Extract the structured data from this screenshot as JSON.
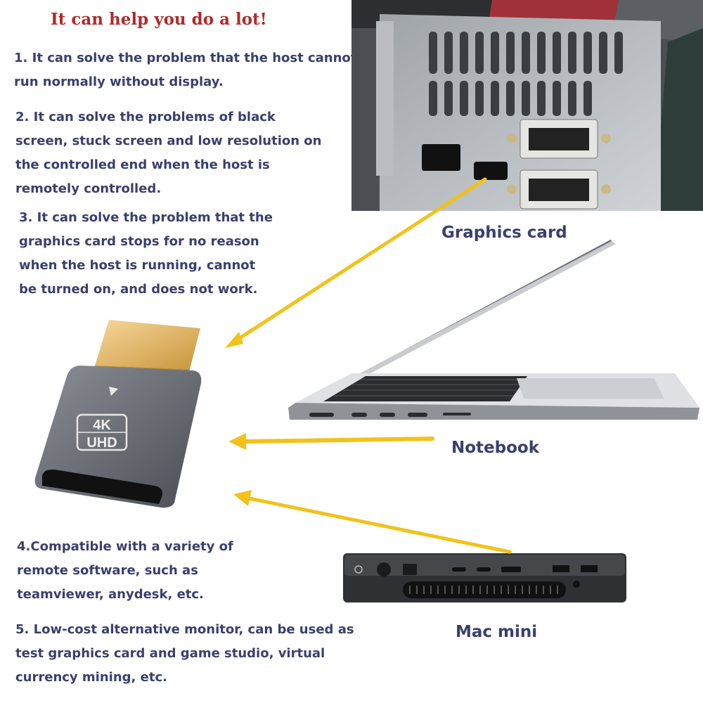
{
  "headline": "It can help you do a lot!",
  "features": [
    {
      "lines": [
        "1. It can solve the problem that the host cannot",
        "run normally without display."
      ]
    },
    {
      "lines": [
        "2. It can solve the problems of black",
        "screen, stuck screen and low resolution on",
        "the  controlled end when the host is",
        "remotely controlled."
      ]
    },
    {
      "lines": [
        "3. It can solve the problem that the",
        "graphics card stops for no reason",
        "when the host is  running, cannot",
        "be turned on, and does not work."
      ]
    },
    {
      "lines": [
        "4.Compatible with a variety of",
        "remote software, such as",
        "teamviewer, anydesk, etc."
      ]
    },
    {
      "lines": [
        "5. Low-cost alternative monitor, can be used as",
        "test graphics card and game studio, virtual",
        "currency mining, etc."
      ]
    }
  ],
  "devices": {
    "graphics_card": "Graphics card",
    "notebook": "Notebook",
    "mac_mini": "Mac mini"
  },
  "product_badge": {
    "top": "4K",
    "bottom": "UHD"
  },
  "colors": {
    "headline": "#b02a2a",
    "text": "#3a3f6e",
    "arrow": "#f2c21a"
  }
}
